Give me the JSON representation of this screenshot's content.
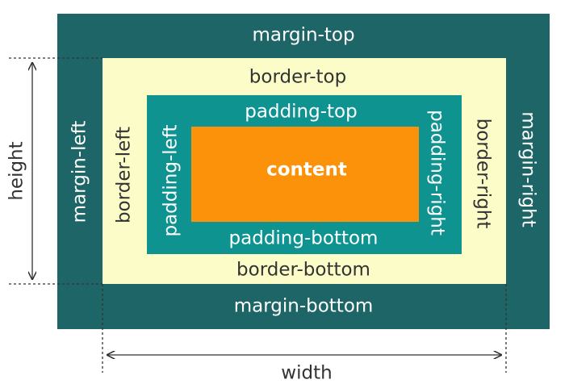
{
  "diagram": {
    "margin": {
      "top": "margin-top",
      "bottom": "margin-bottom",
      "left": "margin-left",
      "right": "margin-right",
      "color": "#1d6566"
    },
    "border": {
      "top": "border-top",
      "bottom": "border-bottom",
      "left": "border-left",
      "right": "border-right",
      "color": "#fcfcc8"
    },
    "padding": {
      "top": "padding-top",
      "bottom": "padding-bottom",
      "left": "padding-left",
      "right": "padding-right",
      "color": "#0e9390"
    },
    "content": {
      "label": "content",
      "color": "#fb920a"
    },
    "dimensions": {
      "height": "height",
      "width": "width"
    }
  }
}
